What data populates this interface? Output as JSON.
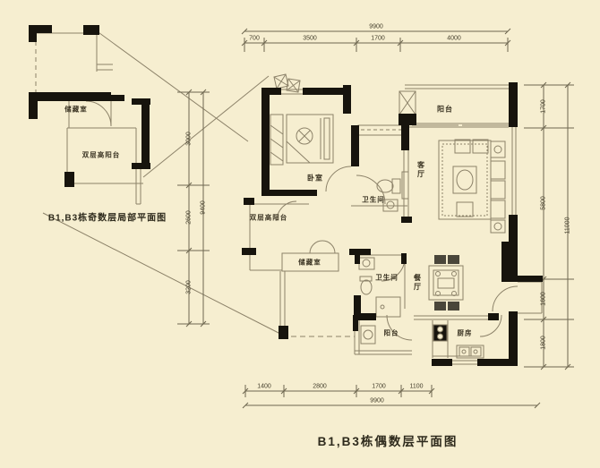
{
  "captions": {
    "left_plan": "B1,B3栋奇数层局部平面图",
    "main_plan": "B1,B3栋偶数层平面图"
  },
  "rooms_main": {
    "bedroom": "卧室",
    "bath_top": "卫生间",
    "balcony_top": "阳台",
    "living": "客厅",
    "double_balcony": "双层高阳台",
    "storage": "储藏室",
    "bath_mid": "卫生间",
    "dining": "餐厅",
    "balcony_bottom": "阳台",
    "kitchen": "厨房"
  },
  "rooms_left": {
    "storage": "储藏室",
    "double_balcony": "双层高阳台"
  },
  "dims": {
    "main_top": {
      "total": "9900",
      "segments": [
        "700",
        "3500",
        "1700",
        "4000"
      ]
    },
    "main_right": {
      "total": "11000",
      "segments": [
        "1700",
        "5800",
        "1600",
        "1800"
      ]
    },
    "main_bottom": {
      "total": "9900",
      "segments": [
        "1400",
        "2800",
        "1700",
        "1100"
      ]
    },
    "left_right": {
      "total": "9400",
      "segments": [
        "3000",
        "2600",
        "3200"
      ]
    }
  },
  "colors": {
    "background": "#f6eed0",
    "wall": "#17140d",
    "line": "#8c8269",
    "text": "#3a3322"
  }
}
